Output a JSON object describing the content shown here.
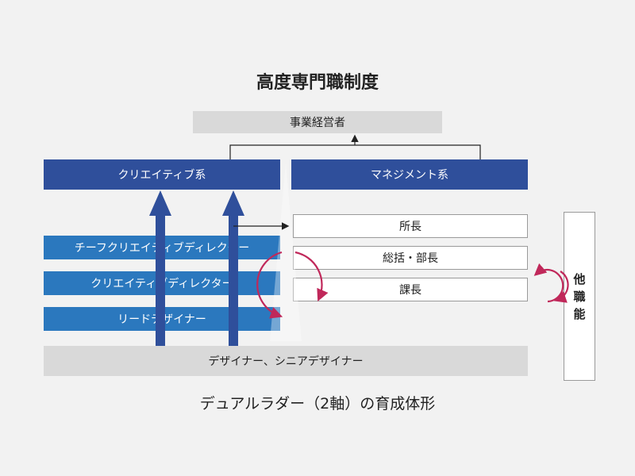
{
  "title": "高度専門職制度",
  "subtitle": "デュアルラダー（2軸）の育成体形",
  "top_box": "事業経営者",
  "creative_header": "クリエイティブ系",
  "management_header": "マネジメント系",
  "creative_levels": [
    "チーフクリエイティブディレクター",
    "クリエイティブディレクター",
    "リードデザイナー"
  ],
  "management_levels": [
    "所長",
    "総括・部長",
    "課長"
  ],
  "base_box": "デザイナー、シニアデザイナー",
  "side_box_chars": [
    "他",
    "職",
    "能"
  ],
  "colors": {
    "navy": "#2f4f9b",
    "blue": "#2b78be",
    "gray": "#d9d9d9",
    "cycle_arrow": "#c0285a"
  }
}
